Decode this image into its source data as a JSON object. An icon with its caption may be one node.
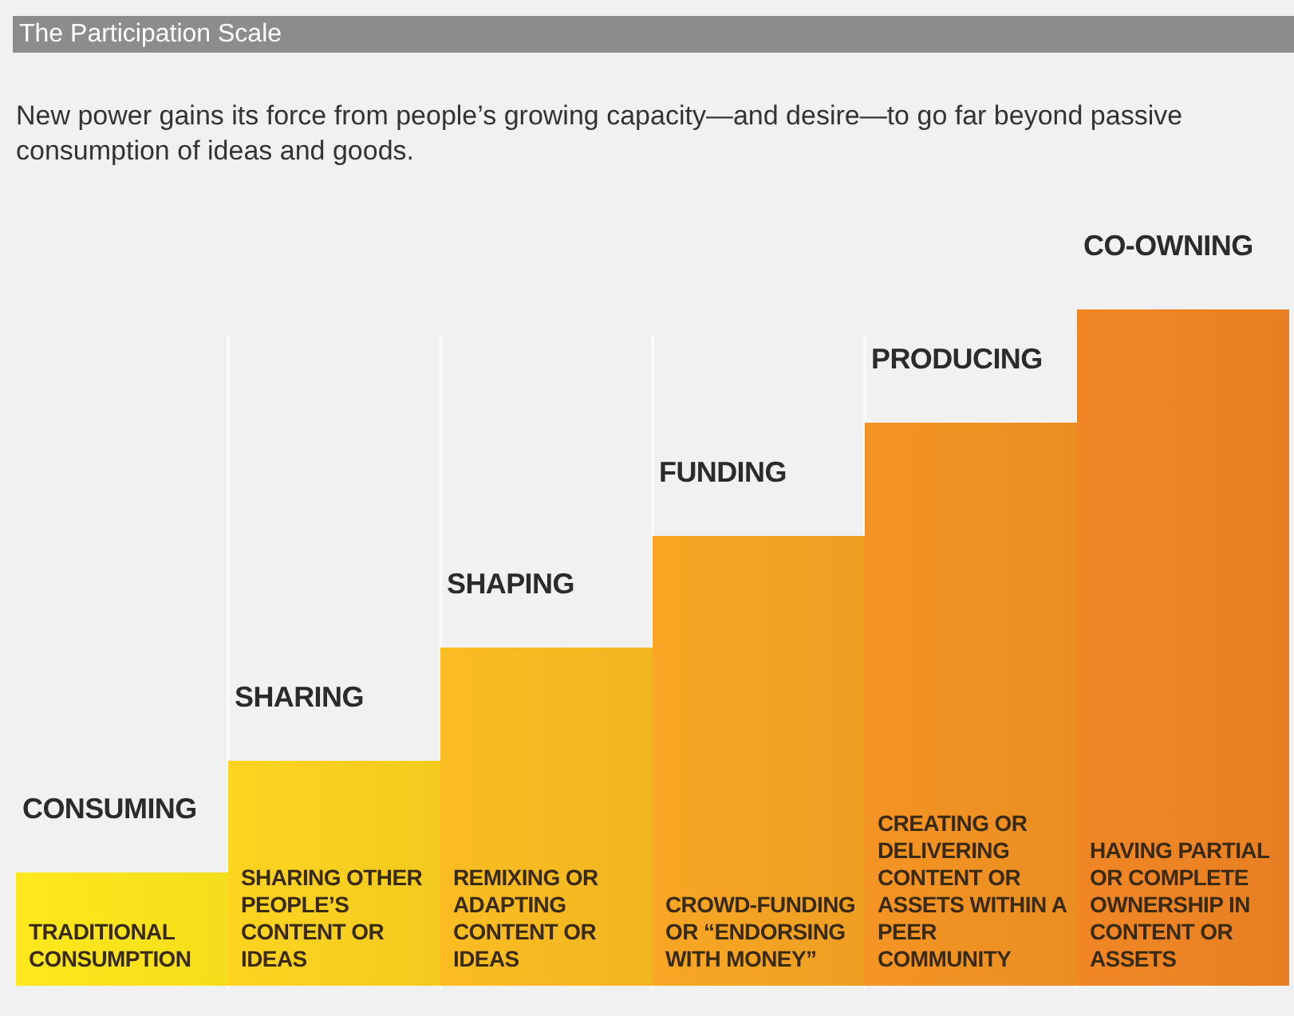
{
  "diagram": {
    "title": "The Participation Scale",
    "nodes": [
      {
        "text": [
          "CONSUMING",
          "TRADITIONAL CONSUMPTION"
        ]
      },
      {
        "text": [
          "SHARING",
          "SHARING OTHER PEOPLE’S CONTENT OR IDEAS"
        ]
      },
      {
        "text": [
          "SHAPING",
          "REMIXING OR ADAPTING CONTENT OR IDEAS"
        ]
      },
      {
        "text": [
          "FUNDING",
          "CROWD-FUNDING OR “ENDORSING WITH MONEY”"
        ]
      },
      {
        "text": [
          "PRODUCING",
          "CREATING OR DELIVERING CONTENT OR ASSETS WITHIN A PEER COMMUNITY"
        ]
      },
      {
        "text": [
          "CO-OWNING",
          "HAVING PARTIAL OR COMPLETE OWNERSHIP IN CONTENT OR ASSETS"
        ]
      }
    ],
    "labels": [
      "New power gains its force from people’s growing capacity—and desire—to go far beyond passive consumption of ideas and goods."
    ]
  }
}
